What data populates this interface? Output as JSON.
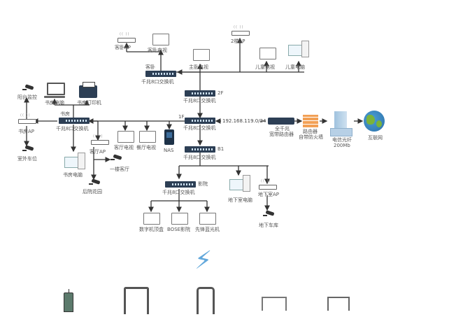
{
  "title": "家庭网络拓扑图",
  "colors": {
    "line": "#333333",
    "switch": "#2d3f55",
    "accent": "#62a8db",
    "firewall": "#f2a055",
    "globe_land": "#7bb33a"
  },
  "floors": {
    "f1": "1F",
    "f2": "2F",
    "b1": "B1"
  },
  "switch_label": "千兆8口交换机",
  "master_bedroom": {
    "room": "客卧",
    "ap": "客卧AP",
    "tv": "客卧电视"
  },
  "second_floor": {
    "master_tv": "主卧电视",
    "ap": "2楼AP",
    "kids_tv": "儿童电视",
    "kids_pc": "儿童电脑"
  },
  "study": {
    "room": "书房",
    "laptop": "书房电脑",
    "printer": "书房打印机",
    "pc": "书房电脑",
    "ap": "书房AP",
    "cam_balcony": "阳台监控",
    "cam_parking": "室外车位"
  },
  "living": {
    "ap": "客厅AP",
    "tv1": "客厅电视",
    "tv2": "餐厅电视",
    "nas": "NAS",
    "cam_hall": "一楼客厅",
    "cam_garden": "后院花园"
  },
  "wan": {
    "subnet": "192.168.119.0/24",
    "router": "全千兆\n宽带路由器",
    "router_l1": "全千兆",
    "router_l2": "宽带路由器",
    "firewall_l1": "路由器",
    "firewall_l2": "自带防火墙",
    "isp_l1": "电信光纤",
    "isp_l2": "200Mb",
    "internet": "互联网"
  },
  "basement": {
    "room": "影院",
    "pc": "地下室电脑",
    "ap": "地下室AP",
    "cam": "地下车库",
    "dev1": "数字机顶盒",
    "dev2": "BOSE影院",
    "dev3": "先锋蓝光机"
  },
  "wireless_devices": [
    "old-phone",
    "tablet",
    "smartphone",
    "monitor",
    "frame"
  ]
}
